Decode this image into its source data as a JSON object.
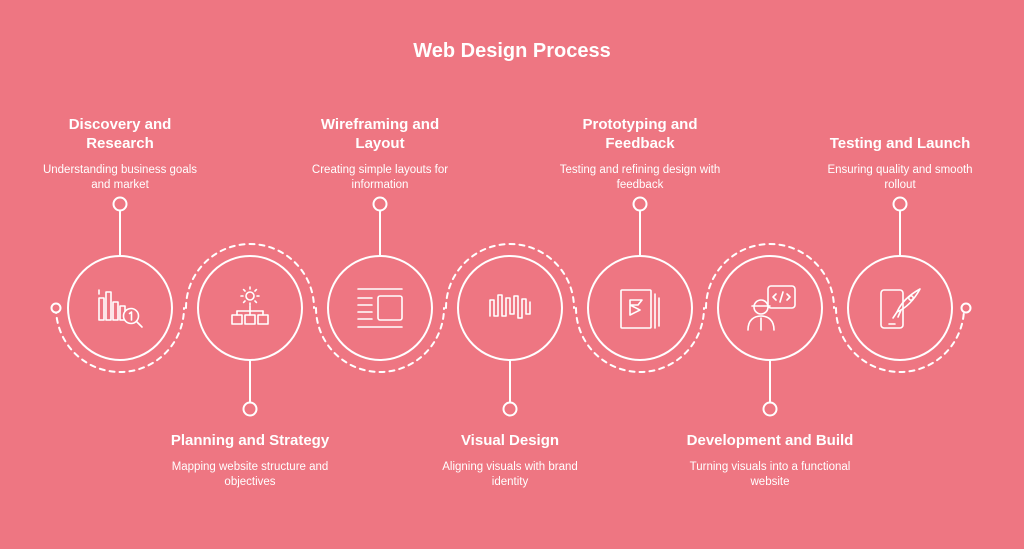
{
  "page": {
    "title": "Web Design Process",
    "background_color": "#EE7682",
    "line_color": "#FFFFFF"
  },
  "steps": [
    {
      "title": "Discovery and Research",
      "description": "Understanding business goals and market",
      "icon": "chart-magnifier-icon"
    },
    {
      "title": "Planning and Strategy",
      "description": "Mapping website structure and objectives",
      "icon": "sitemap-gear-icon"
    },
    {
      "title": "Wireframing and Layout",
      "description": "Creating simple layouts for information",
      "icon": "wireframe-layout-icon"
    },
    {
      "title": "Visual Design",
      "description": "Aligning visuals with brand identity",
      "icon": "visual-wave-icon"
    },
    {
      "title": "Prototyping and Feedback",
      "description": "Testing and refining design with feedback",
      "icon": "prototype-pages-icon"
    },
    {
      "title": "Development and Build",
      "description": "Turning visuals into a functional website",
      "icon": "developer-code-icon"
    },
    {
      "title": "Testing and Launch",
      "description": "Ensuring quality and smooth rollout",
      "icon": "phone-rocket-icon"
    }
  ]
}
